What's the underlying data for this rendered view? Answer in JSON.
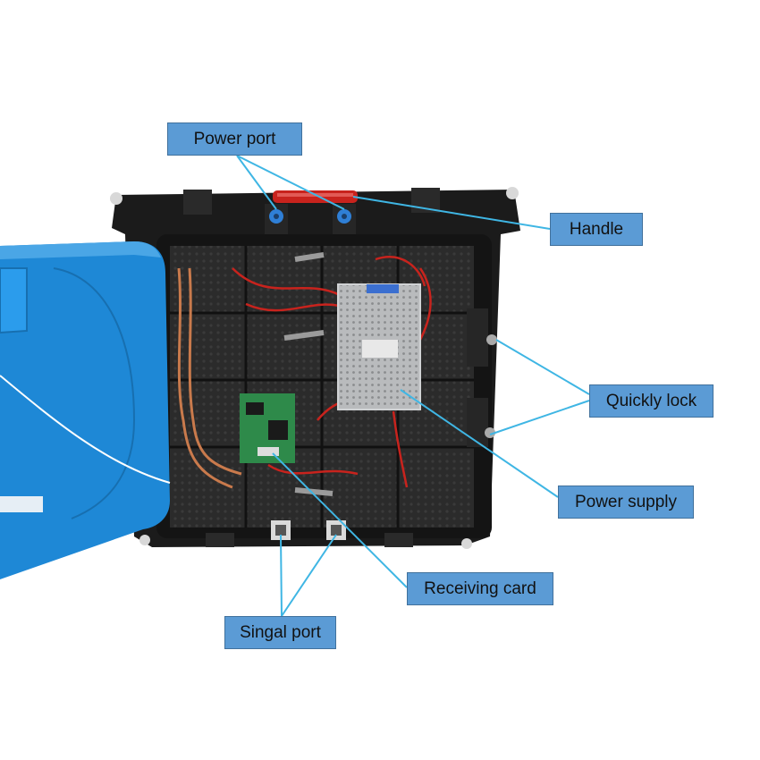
{
  "labels": {
    "power_port": "Power port",
    "handle": "Handle",
    "quickly_lock": "Quickly lock",
    "power_supply": "Power supply",
    "receiving_card": "Receiving card",
    "signal_port": "Singal port"
  },
  "colors": {
    "callout_fill": "#5b9bd5",
    "callout_border": "#41719c",
    "leader_line": "#3fb6e4",
    "door_blue": "#1e88d6",
    "cabinet_black": "#1b1b1b",
    "cable_red": "#c8231d"
  }
}
